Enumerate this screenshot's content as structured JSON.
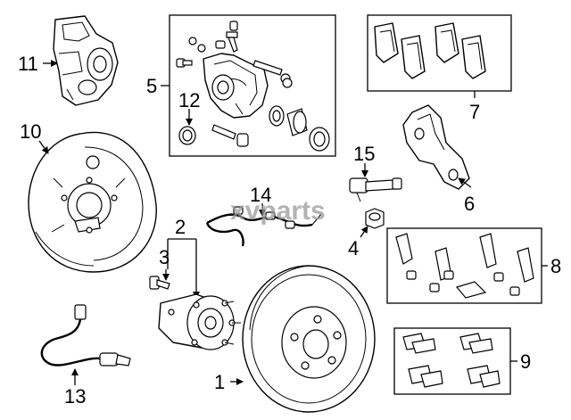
{
  "watermark": "xvparts",
  "callouts": {
    "c1": "1",
    "c2": "2",
    "c3": "3",
    "c4": "4",
    "c5": "5",
    "c6": "6",
    "c7": "7",
    "c8": "8",
    "c9": "9",
    "c10": "10",
    "c11": "11",
    "c12": "12",
    "c13": "13",
    "c14": "14",
    "c15": "15"
  },
  "colors": {
    "line": "#000000",
    "watermark": "#9a9a9a",
    "background": "#ffffff"
  }
}
